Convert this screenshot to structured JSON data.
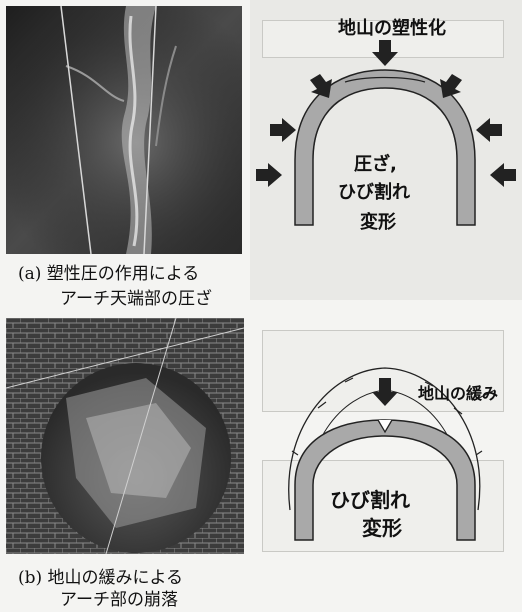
{
  "section_a": {
    "caption_line1": "(a) 塑性圧の作用による",
    "caption_line2": "アーチ天端部の圧ざ",
    "labels": {
      "top": "地山の塑性化",
      "center1": "圧ざ,",
      "center2": "ひび割れ",
      "bottom": "変形"
    }
  },
  "section_b": {
    "caption_line1": "(b) 地山の緩みによる",
    "caption_line2": "アーチ部の崩落",
    "labels": {
      "side": "地山の緩み",
      "center1": "ひび割れ",
      "center2": "変形"
    }
  },
  "colors": {
    "lining_fill": "#a9a9a9",
    "lining_stroke": "#222222",
    "arrow": "#222222",
    "photo_dark": "#2b2b2b"
  }
}
